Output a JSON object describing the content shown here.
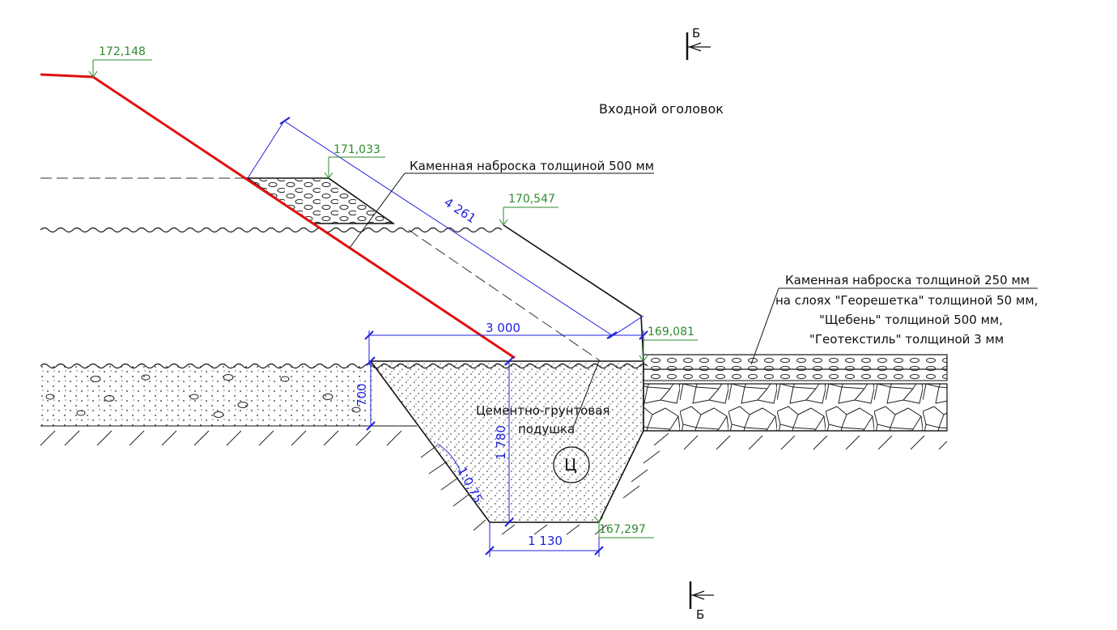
{
  "title": "Входной оголовок",
  "section_mark": "Б",
  "elevations": {
    "e1": "172,148",
    "e2": "171,033",
    "e3": "170,547",
    "e4": "169,081",
    "e5": "167,297"
  },
  "dimensions": {
    "slope_length": "4 261",
    "horizontal": "3 000",
    "cushion_height": "700",
    "trench_depth": "1 780",
    "slope_ratio": "1:0,75",
    "bottom_width": "1 130"
  },
  "notes": {
    "rock_500": "Каменная наброска толщиной 500 мм",
    "rock_250_line1": "Каменная наброска толщиной 250 мм",
    "rock_250_line2": "на слоях \"Георешетка\" толщиной 50 мм,",
    "rock_250_line3": "\"Щебень\" толщиной 500 мм,",
    "rock_250_line4": "\"Геотекстиль\" толщиной 3 мм",
    "cushion_line1": "Цементно-грунтовая",
    "cushion_line2": "подушка",
    "cushion_symbol": "Ц"
  },
  "colors": {
    "slope_line": "#e01010",
    "dimension": "#2222dd",
    "elevation": "#2e8b2e",
    "outline": "#111111"
  }
}
